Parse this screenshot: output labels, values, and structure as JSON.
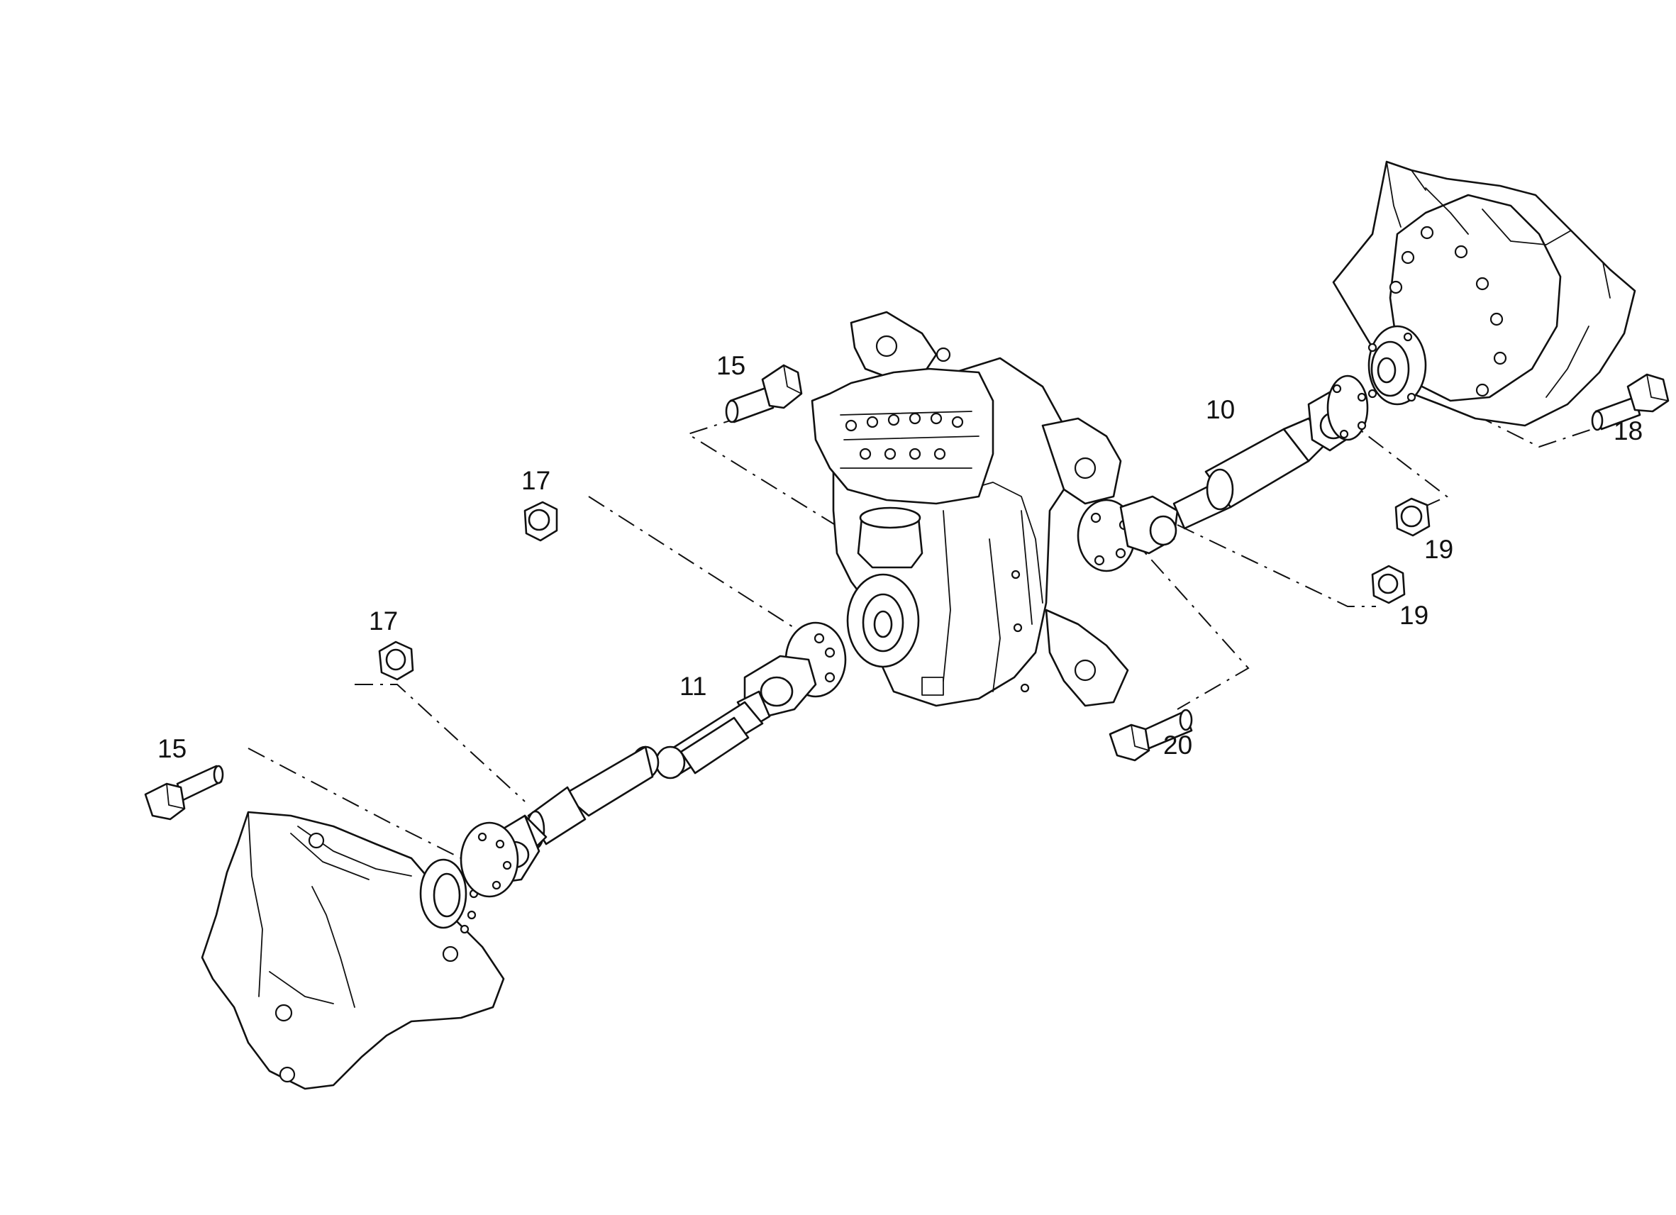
{
  "callouts": {
    "bolt_15_top": "15",
    "bolt_15_left": "15",
    "nut_17_top": "17",
    "nut_17_left": "17",
    "shaft_11": "11",
    "shaft_10": "10",
    "bolt_18": "18",
    "nut_19_a": "19",
    "nut_19_b": "19",
    "bolt_20": "20"
  },
  "colors": {
    "line": "#111111",
    "background": "#ffffff"
  }
}
